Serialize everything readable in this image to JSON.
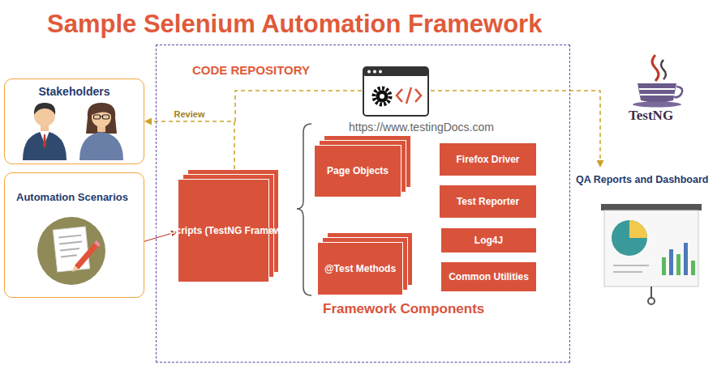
{
  "diagram": {
    "title": "Sample Selenium Automation Framework",
    "nodes": [
      {
        "text": [
          "Stakeholders"
        ]
      },
      {
        "text": [
          "Automation Scenarios"
        ]
      },
      {
        "text": [
          "CODE REPOSITORY"
        ]
      },
      {
        "text": [
          "Test Scripts (TestNG Framework)"
        ],
        "in": 2
      },
      {
        "text": [
          "Page Objects"
        ],
        "in": 2
      },
      {
        "text": [
          "@Test Methods"
        ],
        "in": 2
      },
      {
        "text": [
          "Firefox Driver"
        ],
        "in": 2
      },
      {
        "text": [
          "Test Reporter"
        ],
        "in": 2
      },
      {
        "text": [
          "Log4J"
        ],
        "in": 2
      },
      {
        "text": [
          "Common Utilities"
        ],
        "in": 2
      }
    ],
    "edges": [
      {
        "from": 3,
        "to": 0,
        "label": "Review",
        "arrow": "to"
      },
      {
        "from": 1,
        "to": 3,
        "arrow": "to"
      }
    ],
    "labels": [
      "https://www.testingDocs.com",
      "Framework Components",
      "TestNG",
      "QA Reports and Dashboard"
    ]
  }
}
